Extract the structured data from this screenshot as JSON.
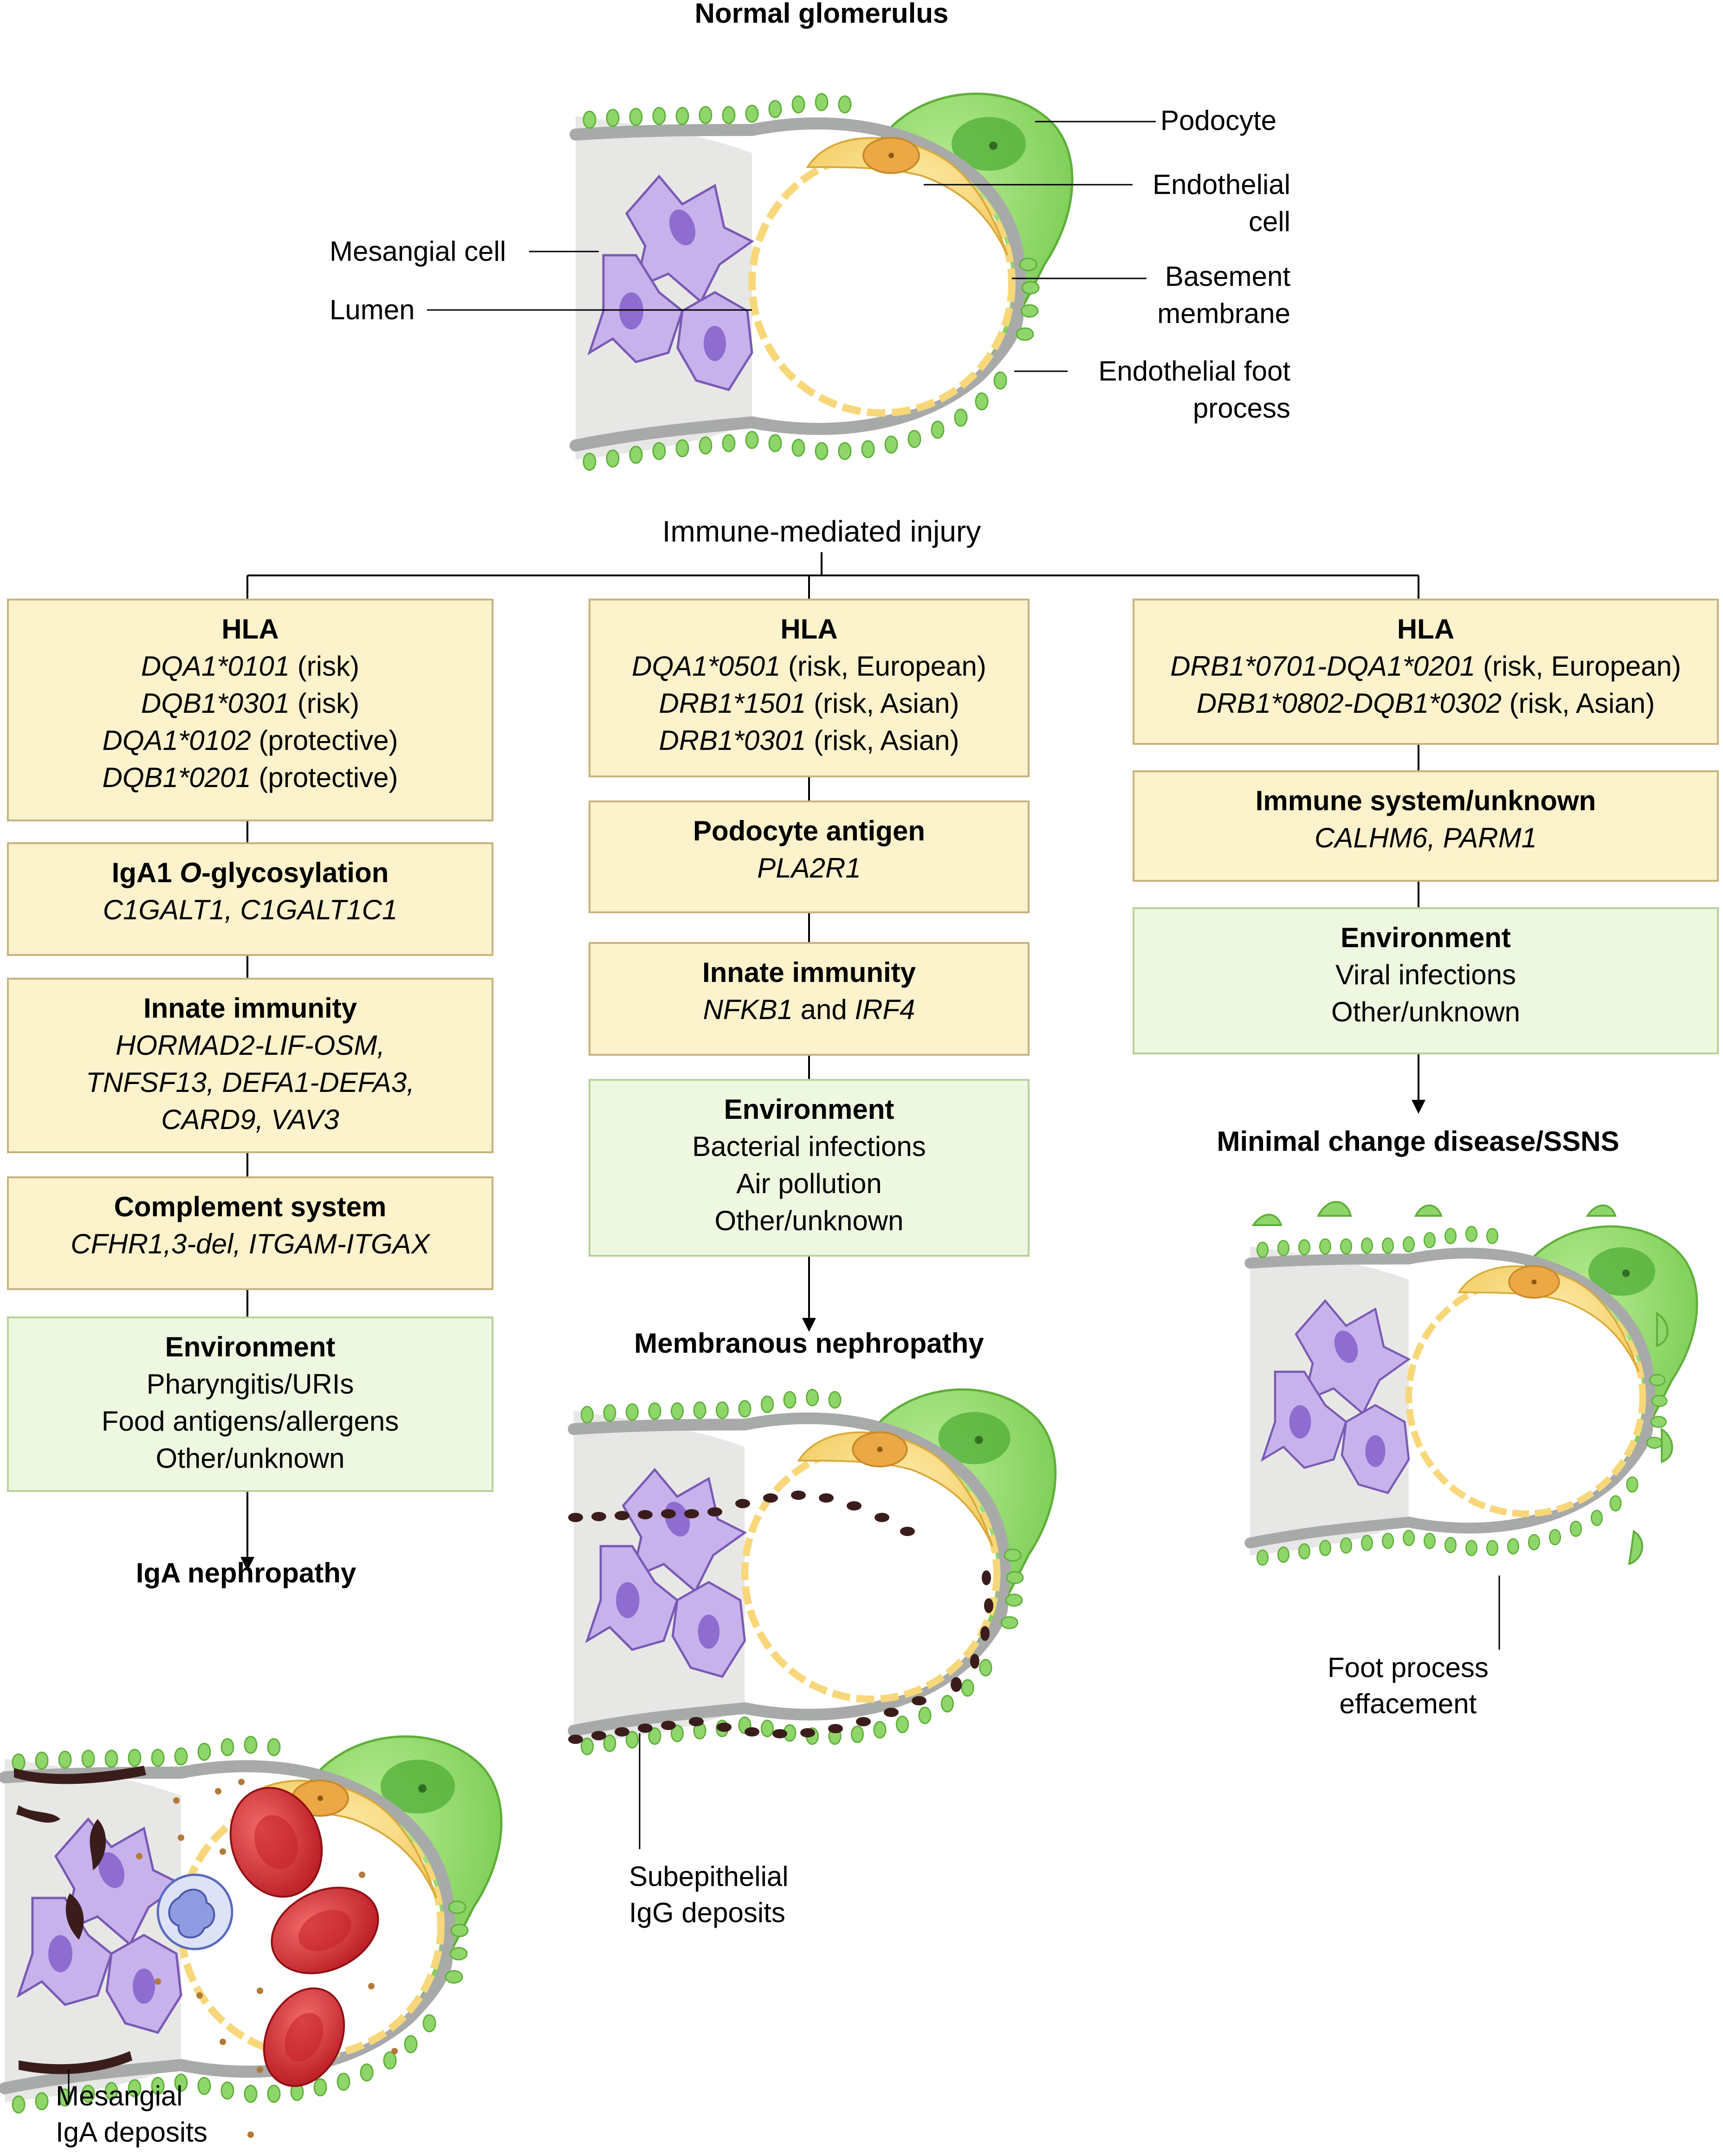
{
  "normal": {
    "title": "Normal glomerulus",
    "labels": {
      "podocyte": "Podocyte",
      "endothelial_cell": [
        "Endothelial",
        "cell"
      ],
      "basement_membrane": [
        "Basement",
        "membrane"
      ],
      "endothelial_foot_process": [
        "Endothelial foot",
        "process"
      ],
      "mesangial_cell": "Mesangial cell",
      "lumen": "Lumen"
    }
  },
  "root_label": "Immune-mediated injury",
  "columns": {
    "iga": {
      "boxes": [
        {
          "kind": "genetic",
          "heading": "HLA",
          "lines": [
            {
              "gene": "DQA1*0101",
              "note": " (risk)"
            },
            {
              "gene": "DQB1*0301",
              "note": " (risk)"
            },
            {
              "gene": "DQA1*0102",
              "note": " (protective)"
            },
            {
              "gene": "DQB1*0201",
              "note": " (protective)"
            }
          ]
        },
        {
          "kind": "genetic",
          "heading_pre": "IgA1 ",
          "heading_italic": "O",
          "heading_post": "-glycosylation",
          "lines": [
            {
              "gene": "C1GALT1, C1GALT1C1",
              "note": ""
            }
          ]
        },
        {
          "kind": "genetic",
          "heading": "Innate immunity",
          "lines": [
            {
              "gene": "HORMAD2-LIF-OSM,",
              "note": ""
            },
            {
              "gene": "TNFSF13, DEFA1-DEFA3,",
              "note": ""
            },
            {
              "gene": "CARD9, VAV3",
              "note": ""
            }
          ]
        },
        {
          "kind": "genetic",
          "heading": "Complement system",
          "lines": [
            {
              "gene": "CFHR1,3-del, ITGAM-ITGAX",
              "note": ""
            }
          ]
        },
        {
          "kind": "environment",
          "heading": "Environment",
          "lines": [
            "Pharyngitis/URIs",
            "Food antigens/allergens",
            "Other/unknown"
          ]
        }
      ],
      "outcome": "IgA nephropathy",
      "annotation": [
        "Mesangial",
        "IgA deposits"
      ]
    },
    "mn": {
      "boxes": [
        {
          "kind": "genetic",
          "heading": "HLA",
          "lines": [
            {
              "gene": "DQA1*0501",
              "note": " (risk, European)"
            },
            {
              "gene": "DRB1*1501",
              "note": " (risk, Asian)"
            },
            {
              "gene": "DRB1*0301",
              "note": " (risk, Asian)"
            }
          ]
        },
        {
          "kind": "genetic",
          "heading": "Podocyte antigen",
          "lines": [
            {
              "gene": "PLA2R1",
              "note": ""
            }
          ]
        },
        {
          "kind": "genetic",
          "heading": "Innate immunity",
          "lines": [
            {
              "gene": "NFKB1",
              "mid": " and ",
              "gene2": "IRF4"
            }
          ]
        },
        {
          "kind": "environment",
          "heading": "Environment",
          "lines": [
            "Bacterial infections",
            "Air pollution",
            "Other/unknown"
          ]
        }
      ],
      "outcome": "Membranous nephropathy",
      "annotation": [
        "Subepithelial",
        "IgG deposits"
      ]
    },
    "mcd": {
      "boxes": [
        {
          "kind": "genetic",
          "heading": "HLA",
          "lines": [
            {
              "gene": "DRB1*0701-DQA1*0201",
              "note": " (risk, European)"
            },
            {
              "gene": "DRB1*0802-DQB1*0302",
              "note": " (risk, Asian)"
            }
          ]
        },
        {
          "kind": "genetic",
          "heading": "Immune system/unknown",
          "lines": [
            {
              "gene": "CALHM6, PARM1",
              "note": ""
            }
          ]
        },
        {
          "kind": "environment",
          "heading": "Environment",
          "lines": [
            "Viral infections",
            "Other/unknown"
          ]
        }
      ],
      "outcome": "Minimal change disease/SSNS",
      "annotation": [
        "Foot process",
        "effacement"
      ]
    }
  },
  "colors": {
    "genetic_fill": "#fcf2cc",
    "genetic_border": "#c7b27e",
    "env_fill": "#eef8e1",
    "env_border": "#b6d29a",
    "podocyte": "#8fd66a",
    "endothelium": "#f7d77a",
    "basement_membrane": "#a8aaa9",
    "mesangial": "#c8b2ec",
    "rbc": "#d9262b",
    "iga_deposit": "#3a1d1b"
  }
}
